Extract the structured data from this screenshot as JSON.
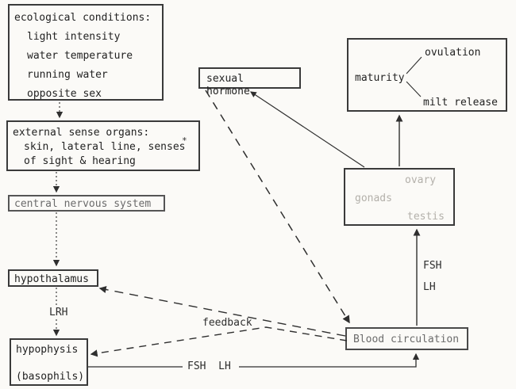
{
  "diagram": {
    "boxes": {
      "ecological": {
        "title": "ecological conditions:",
        "items": [
          "light intensity",
          "water temperature",
          "running water",
          "opposite sex"
        ]
      },
      "sense_organs": {
        "title": "external sense organs:",
        "line1": "skin, lateral line, senses",
        "line2": "of sight & hearing",
        "mark": "*"
      },
      "cns": {
        "label": "central nervous system"
      },
      "hypothalamus": {
        "label": "hypothalamus"
      },
      "hypophysis": {
        "line1": "hypophysis",
        "line2": "(basophils)"
      },
      "sexual_hormone": {
        "label": "sexual hormone"
      },
      "maturity": {
        "label": "maturity",
        "outcome_top": "ovulation",
        "outcome_bottom": "milt release"
      },
      "gonads": {
        "label": "gonads",
        "top": "ovary",
        "bottom": "testis"
      },
      "blood": {
        "label": "Blood circulation"
      }
    },
    "edge_labels": {
      "lrh": "LRH",
      "fsh_vertical": "FSH",
      "lh_vertical": "LH",
      "fsh_lh_horizontal": "FSH  LH",
      "feedback": "feedback"
    },
    "colors": {
      "paper": "#fbfaf7",
      "ink": "#2e2e2e",
      "faint_ink": "#b3b0aa",
      "faded_ink": "#6b6b6b"
    }
  }
}
